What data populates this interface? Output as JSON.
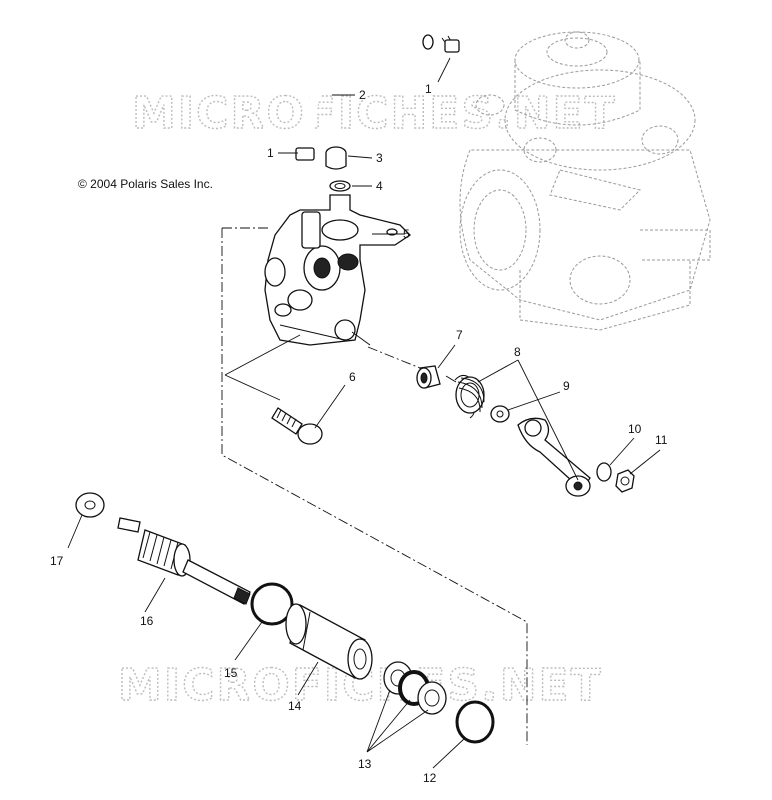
{
  "copyright": "© 2004 Polaris Sales Inc.",
  "watermark": {
    "top": "MICROFICHES.NET",
    "bottom": "MICROFICHES.NET"
  },
  "callouts": [
    "1",
    "2",
    "1",
    "3",
    "4",
    "5",
    "6",
    "7",
    "8",
    "9",
    "10",
    "11",
    "17",
    "16",
    "15",
    "14",
    "13",
    "12"
  ]
}
